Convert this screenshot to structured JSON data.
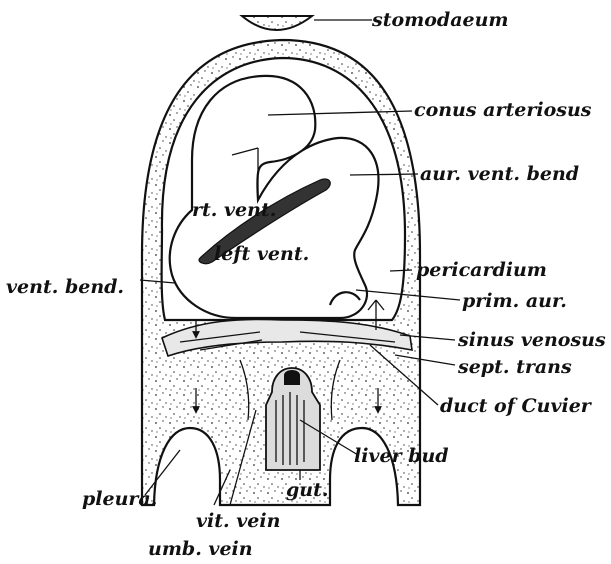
{
  "labels": {
    "stomodaeum": "stomodaeum",
    "conus_arteriosus": "conus arteriosus",
    "aur_vent_bend": "aur. vent. bend",
    "rt_vent": "rt. vent.",
    "left_vent": "left vent.",
    "vent_bend": "vent. bend.",
    "pericardium": "pericardium",
    "prim_aur": "prim. aur.",
    "sinus_venosus": "sinus venosus",
    "sept_trans": "sept. trans",
    "duct_of_cuvier": "duct of Cuvier",
    "liver_bud": "liver bud",
    "gut": "gut.",
    "pleura": "pleura.",
    "vit_vein": "vit. vein",
    "umb_vein": "umb. vein"
  }
}
